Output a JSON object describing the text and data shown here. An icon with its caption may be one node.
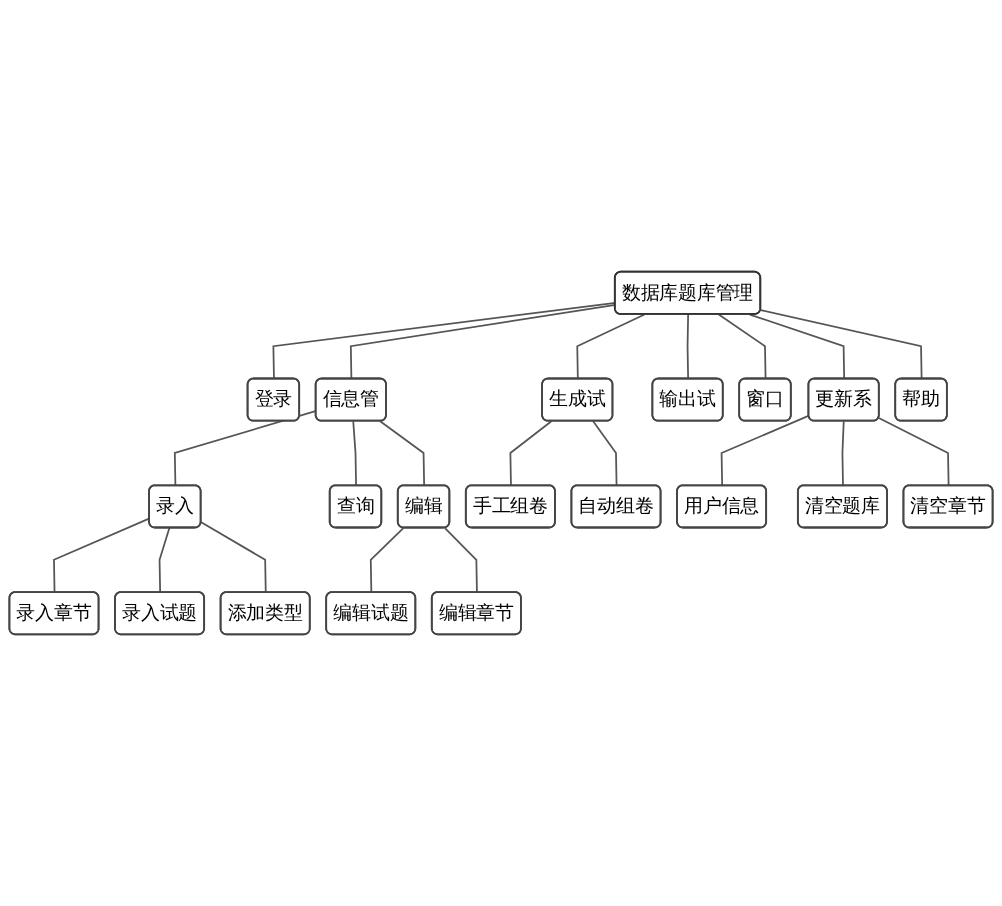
{
  "diagram": {
    "nodes": [
      {
        "text": [
          "数据库题库管理"
        ]
      },
      {
        "text": [
          "登录"
        ]
      },
      {
        "text": [
          "信息管"
        ]
      },
      {
        "text": [
          "生成试"
        ]
      },
      {
        "text": [
          "输出试"
        ]
      },
      {
        "text": [
          "窗口"
        ]
      },
      {
        "text": [
          "更新系"
        ]
      },
      {
        "text": [
          "帮助"
        ]
      },
      {
        "text": [
          "录入"
        ]
      },
      {
        "text": [
          "查询"
        ]
      },
      {
        "text": [
          "编辑"
        ]
      },
      {
        "text": [
          "手工组卷"
        ]
      },
      {
        "text": [
          "自动组卷"
        ]
      },
      {
        "text": [
          "用户信息"
        ]
      },
      {
        "text": [
          "清空题库"
        ]
      },
      {
        "text": [
          "清空章节"
        ]
      },
      {
        "text": [
          "录入章节"
        ]
      },
      {
        "text": [
          "录入试题"
        ]
      },
      {
        "text": [
          "添加类型"
        ]
      },
      {
        "text": [
          "编辑试题"
        ]
      },
      {
        "text": [
          "编辑章节"
        ]
      }
    ],
    "edges": [
      {
        "from": 0,
        "to": 1,
        "arrow": "none"
      },
      {
        "from": 0,
        "to": 2,
        "arrow": "none"
      },
      {
        "from": 0,
        "to": 3,
        "arrow": "none"
      },
      {
        "from": 0,
        "to": 4,
        "arrow": "none"
      },
      {
        "from": 0,
        "to": 5,
        "arrow": "none"
      },
      {
        "from": 0,
        "to": 6,
        "arrow": "none"
      },
      {
        "from": 0,
        "to": 7,
        "arrow": "none"
      },
      {
        "from": 2,
        "to": 8,
        "arrow": "none"
      },
      {
        "from": 2,
        "to": 9,
        "arrow": "none"
      },
      {
        "from": 2,
        "to": 10,
        "arrow": "none"
      },
      {
        "from": 3,
        "to": 11,
        "arrow": "none"
      },
      {
        "from": 3,
        "to": 12,
        "arrow": "none"
      },
      {
        "from": 6,
        "to": 13,
        "arrow": "none"
      },
      {
        "from": 6,
        "to": 14,
        "arrow": "none"
      },
      {
        "from": 6,
        "to": 15,
        "arrow": "none"
      },
      {
        "from": 8,
        "to": 16,
        "arrow": "none"
      },
      {
        "from": 8,
        "to": 17,
        "arrow": "none"
      },
      {
        "from": 8,
        "to": 18,
        "arrow": "none"
      },
      {
        "from": 10,
        "to": 19,
        "arrow": "none"
      },
      {
        "from": 10,
        "to": 20,
        "arrow": "none"
      }
    ]
  }
}
